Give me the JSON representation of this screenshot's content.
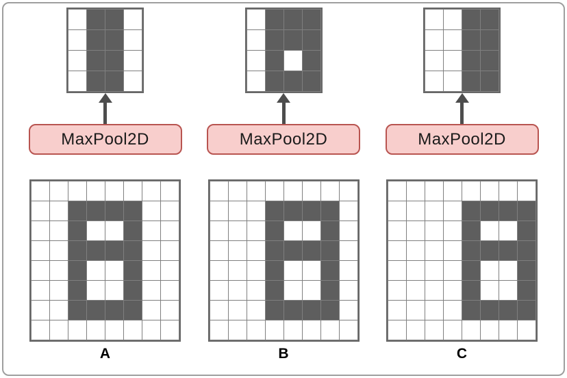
{
  "figure": {
    "panels": [
      {
        "label": "A",
        "op_label": "MaxPool2D",
        "output_grid": [
          [
            0,
            1,
            1,
            0
          ],
          [
            0,
            1,
            1,
            0
          ],
          [
            0,
            1,
            1,
            0
          ],
          [
            0,
            1,
            1,
            0
          ]
        ],
        "input_grid": [
          [
            0,
            0,
            0,
            0,
            0,
            0,
            0,
            0
          ],
          [
            0,
            0,
            1,
            1,
            1,
            1,
            0,
            0
          ],
          [
            0,
            0,
            1,
            0,
            0,
            1,
            0,
            0
          ],
          [
            0,
            0,
            1,
            1,
            1,
            1,
            0,
            0
          ],
          [
            0,
            0,
            1,
            0,
            0,
            1,
            0,
            0
          ],
          [
            0,
            0,
            1,
            0,
            0,
            1,
            0,
            0
          ],
          [
            0,
            0,
            1,
            1,
            1,
            1,
            0,
            0
          ],
          [
            0,
            0,
            0,
            0,
            0,
            0,
            0,
            0
          ]
        ]
      },
      {
        "label": "B",
        "op_label": "MaxPool2D",
        "output_grid": [
          [
            0,
            1,
            1,
            1
          ],
          [
            0,
            1,
            1,
            1
          ],
          [
            0,
            1,
            0,
            1
          ],
          [
            0,
            1,
            1,
            1
          ]
        ],
        "input_grid": [
          [
            0,
            0,
            0,
            0,
            0,
            0,
            0,
            0
          ],
          [
            0,
            0,
            0,
            1,
            1,
            1,
            1,
            0
          ],
          [
            0,
            0,
            0,
            1,
            0,
            0,
            1,
            0
          ],
          [
            0,
            0,
            0,
            1,
            1,
            1,
            1,
            0
          ],
          [
            0,
            0,
            0,
            1,
            0,
            0,
            1,
            0
          ],
          [
            0,
            0,
            0,
            1,
            0,
            0,
            1,
            0
          ],
          [
            0,
            0,
            0,
            1,
            1,
            1,
            1,
            0
          ],
          [
            0,
            0,
            0,
            0,
            0,
            0,
            0,
            0
          ]
        ]
      },
      {
        "label": "C",
        "op_label": "MaxPool2D",
        "output_grid": [
          [
            0,
            0,
            1,
            1
          ],
          [
            0,
            0,
            1,
            1
          ],
          [
            0,
            0,
            1,
            1
          ],
          [
            0,
            0,
            1,
            1
          ]
        ],
        "input_grid": [
          [
            0,
            0,
            0,
            0,
            0,
            0,
            0,
            0
          ],
          [
            0,
            0,
            0,
            0,
            1,
            1,
            1,
            1
          ],
          [
            0,
            0,
            0,
            0,
            1,
            0,
            0,
            1
          ],
          [
            0,
            0,
            0,
            0,
            1,
            1,
            1,
            1
          ],
          [
            0,
            0,
            0,
            0,
            1,
            0,
            0,
            1
          ],
          [
            0,
            0,
            0,
            0,
            1,
            0,
            0,
            1
          ],
          [
            0,
            0,
            0,
            0,
            1,
            1,
            1,
            1
          ],
          [
            0,
            0,
            0,
            0,
            0,
            0,
            0,
            0
          ]
        ]
      }
    ],
    "colors": {
      "cell_dark": "#5e5e5e",
      "cell_light": "#ffffff",
      "grid_line": "#7f7f7f",
      "grid_border": "#666666",
      "box_fill": "#f8cecc",
      "box_border": "#b85450",
      "box_text": "#1a1a1a",
      "arrow": "#4d4d4d",
      "label_text": "#000000",
      "frame_border": "#9e9e9e"
    }
  }
}
